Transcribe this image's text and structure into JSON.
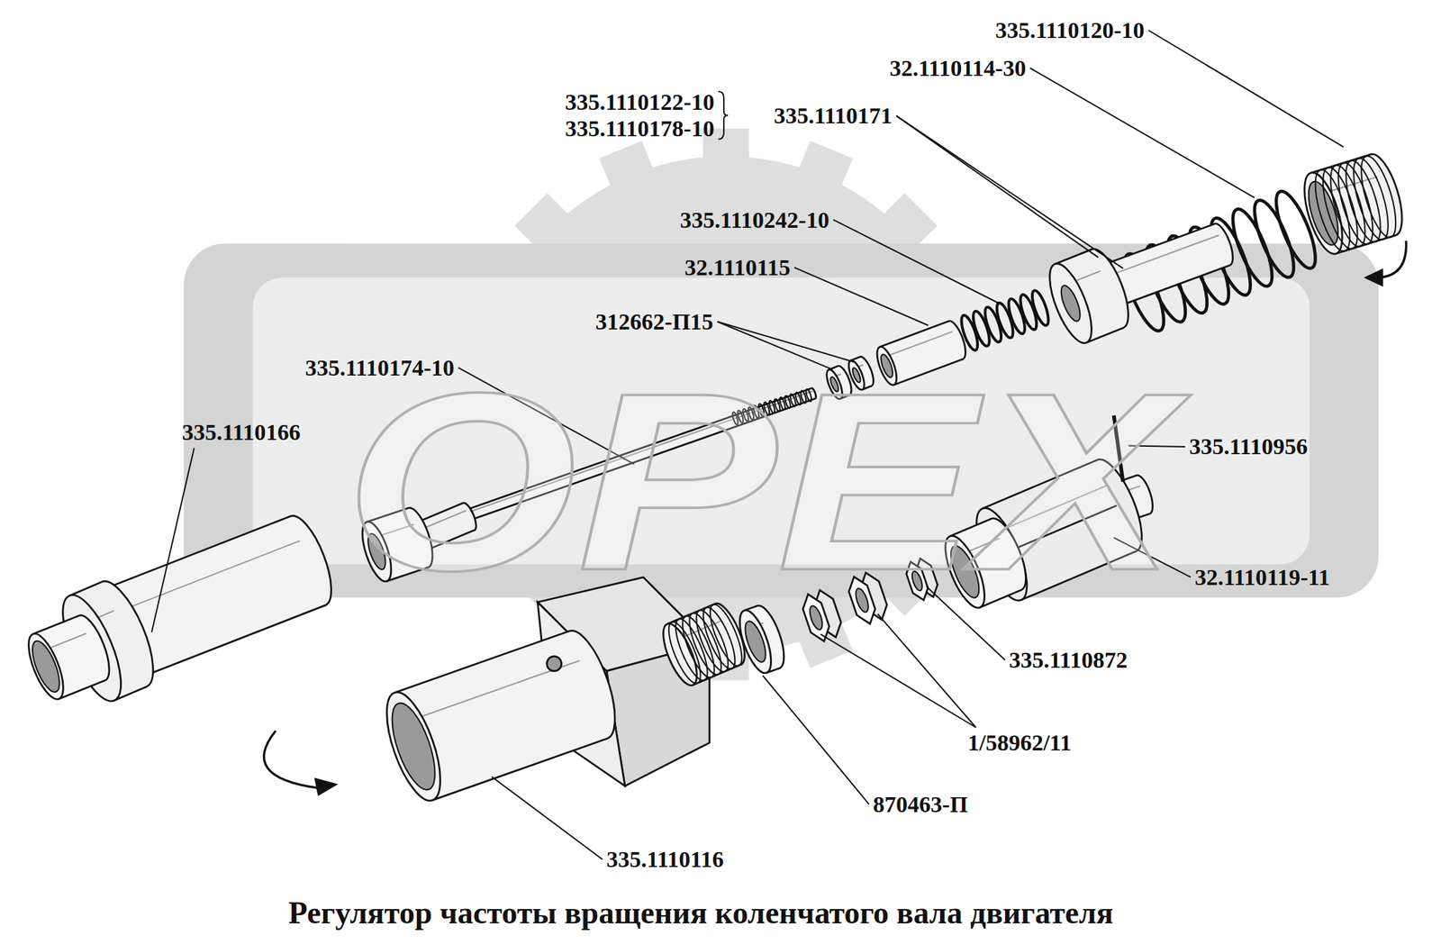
{
  "diagram": {
    "caption": "Регулятор частоты вращения коленчатого вала двигателя",
    "labels": [
      "335.1110120-10",
      "32.1110114-30",
      "335.1110122-10",
      "335.1110178-10",
      "335.1110171",
      "335.1110242-10",
      "32.1110115",
      "312662-П15",
      "335.1110174-10",
      "335.1110166",
      "335.1110956",
      "32.1110119-11",
      "335.1110872",
      "1/58962/11",
      "870463-П",
      "335.1110116",
      "ОРЕХ"
    ]
  }
}
